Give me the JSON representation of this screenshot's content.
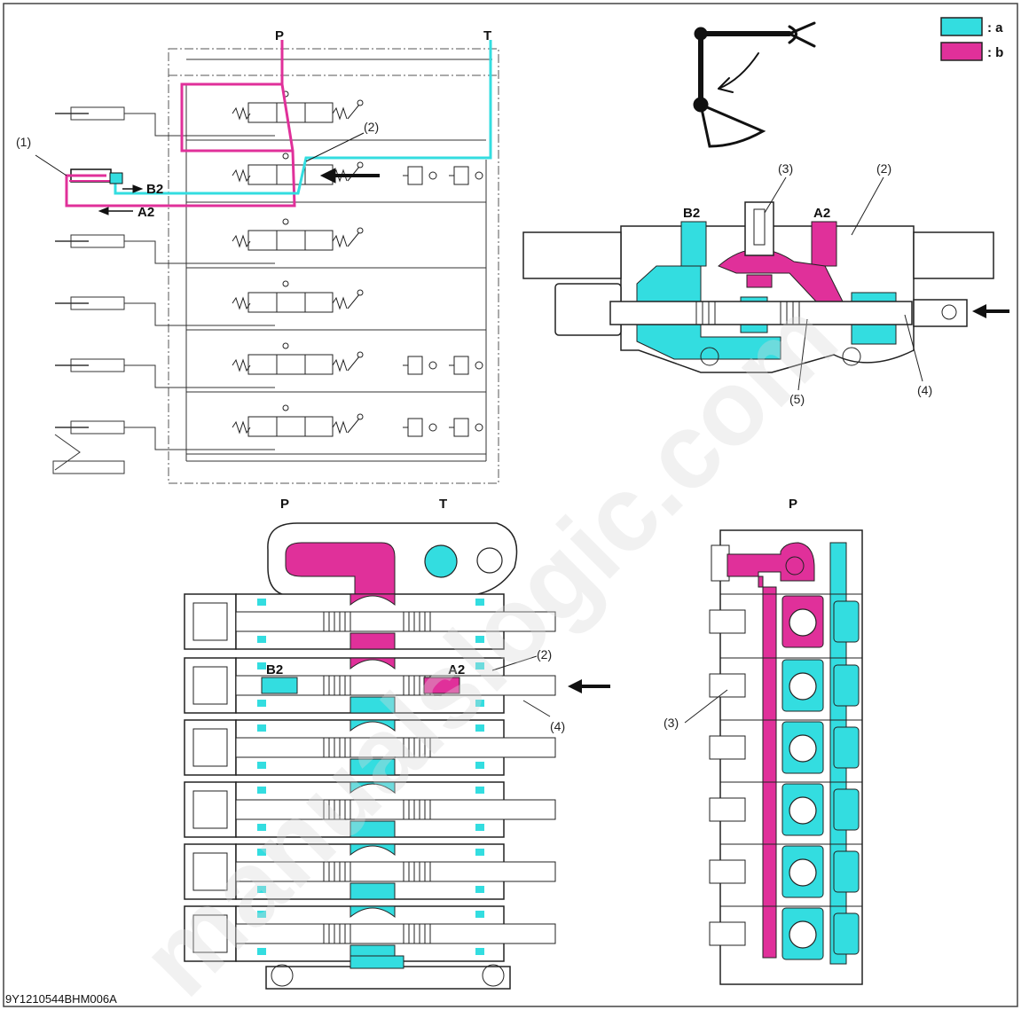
{
  "colors": {
    "a": "#33dde0",
    "b": "#e0309a",
    "line": "#333333"
  },
  "legend": [
    {
      "key": "a",
      "label": ": a"
    },
    {
      "key": "b",
      "label": ": b"
    }
  ],
  "schematic": {
    "port_p": "P",
    "port_t": "T",
    "ref_1": "(1)",
    "ref_2": "(2)",
    "label_b2": "B2",
    "label_a2": "A2"
  },
  "section_view": {
    "label_b2": "B2",
    "label_a2": "A2",
    "ref_2": "(2)",
    "ref_3": "(3)",
    "ref_4": "(4)",
    "ref_5": "(5)"
  },
  "front_view": {
    "port_p": "P",
    "port_t": "T",
    "label_b2": "B2",
    "label_a2": "A2",
    "ref_2": "(2)",
    "ref_4": "(4)"
  },
  "side_view": {
    "port_p": "P",
    "ref_3": "(3)"
  },
  "watermark": "manualslogic.com",
  "figure_code": "9Y1210544BHM006A"
}
